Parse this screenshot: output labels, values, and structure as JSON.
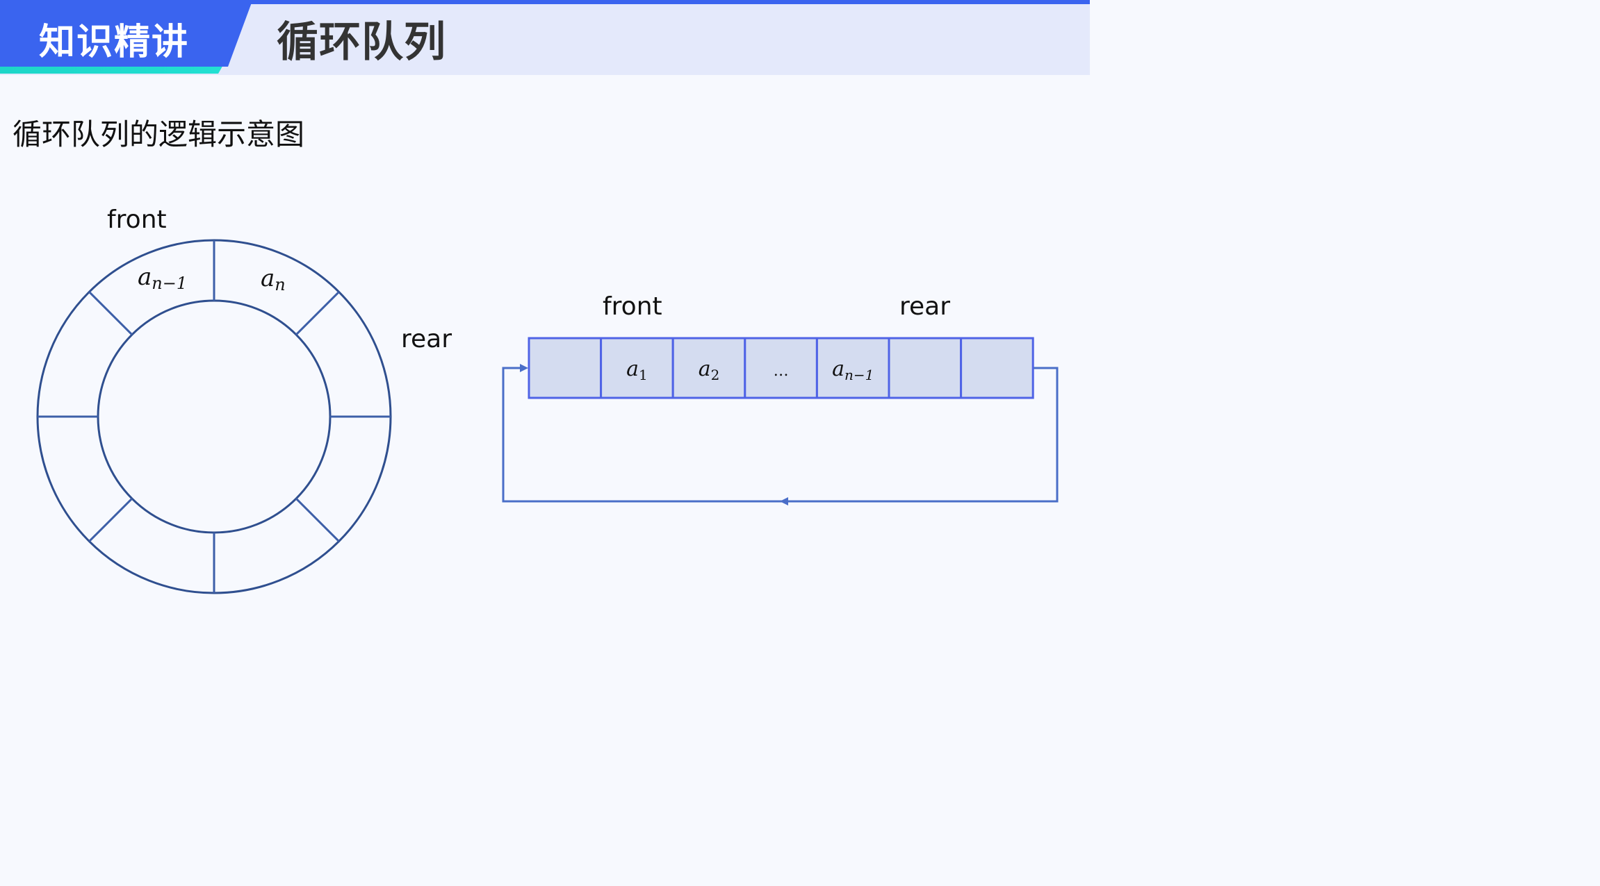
{
  "header": {
    "tag": "知识精讲",
    "title": "循环队列",
    "colors": {
      "tag_blue": "#3a64ef",
      "tag_teal": "#1dd6c8",
      "band": "#e4e9fb"
    }
  },
  "section": {
    "heading": "循环队列的逻辑示意图"
  },
  "ring_diagram": {
    "front_label": "front",
    "rear_label": "rear",
    "segments": 8,
    "cells": [
      {
        "base": "a",
        "sub": "n−1"
      },
      {
        "base": "a",
        "sub": "n"
      }
    ]
  },
  "linear_diagram": {
    "front_label": "front",
    "rear_label": "rear",
    "cells": [
      {
        "base": "",
        "sub": ""
      },
      {
        "base": "a",
        "sub": "1"
      },
      {
        "base": "a",
        "sub": "2"
      },
      {
        "base": "…",
        "sub": ""
      },
      {
        "base": "a",
        "sub": "n−1"
      },
      {
        "base": "",
        "sub": ""
      },
      {
        "base": "",
        "sub": ""
      }
    ],
    "colors": {
      "cell_fill": "#d4dcf0",
      "cell_stroke": "#4f63e6",
      "arrow": "#4a6ec8"
    }
  }
}
